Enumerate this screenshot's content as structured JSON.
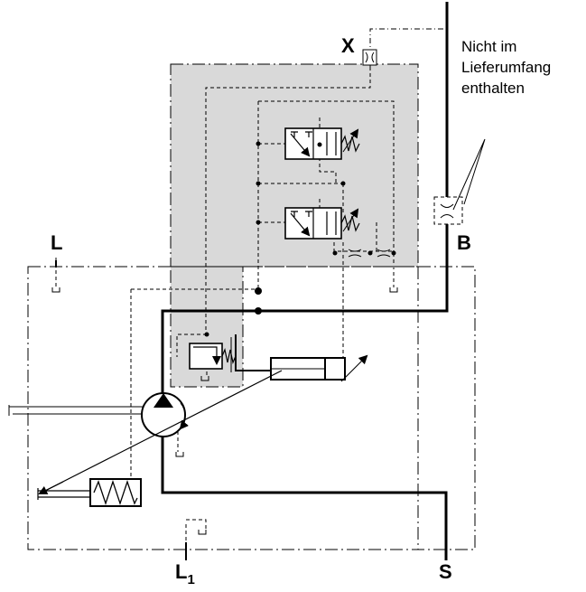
{
  "diagram": {
    "ports": {
      "x": "X",
      "b": "B",
      "l": "L",
      "l1_main": "L",
      "l1_sub": "1",
      "s": "S"
    },
    "note": {
      "line1": "Nicht im",
      "line2": "Lieferumfang",
      "line3": "enthalten"
    },
    "colors": {
      "line": "#000000",
      "shaded_block": "#d9d9d9",
      "background": "#ffffff"
    }
  }
}
